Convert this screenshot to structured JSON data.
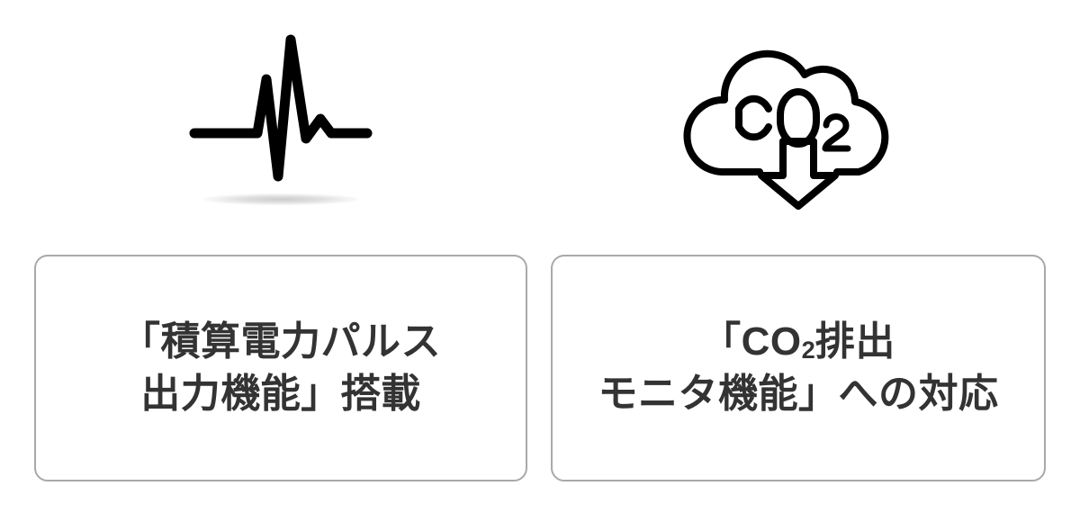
{
  "page": {
    "background_color": "#ffffff",
    "text_color": "#333333",
    "card_border_color": "#a9a9a9",
    "icon_color": "#000000"
  },
  "features": [
    {
      "id": "power-pulse",
      "icon_name": "pulse-waveform-icon",
      "icon_alt": "電力パルス波形アイコン",
      "has_shadow": true,
      "label_line1": "「積算電力パルス",
      "label_line2": "出力機能」搭載",
      "label_full": "「積算電力パルス出力機能」搭載"
    },
    {
      "id": "co2-monitor",
      "icon_name": "co2-cloud-down-arrow-icon",
      "icon_alt": "CO2排出モニタ クラウドアイコン",
      "icon_text": "CO",
      "icon_text_sub": "2",
      "has_shadow": false,
      "label_line1_pre": "「CO",
      "label_line1_sub": "2",
      "label_line1_post": "排出",
      "label_line2": "モニタ機能」への対応",
      "label_full": "「CO2排出モニタ機能」への対応"
    }
  ]
}
